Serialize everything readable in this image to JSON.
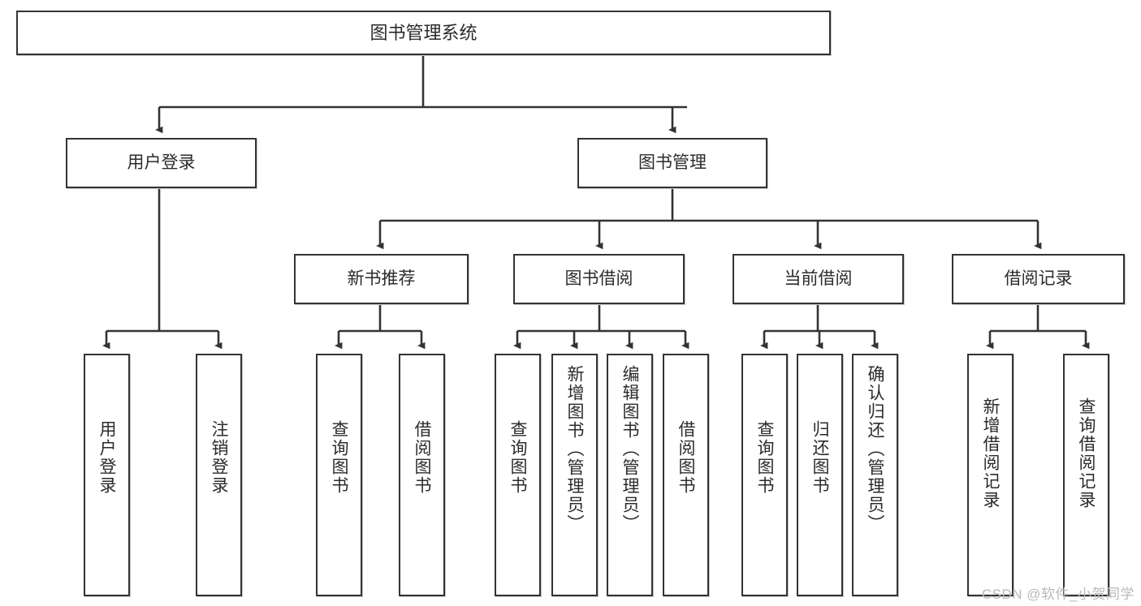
{
  "diagram": {
    "title": "图书管理系统",
    "type": "tree-hierarchy-diagram",
    "colors": {
      "background": "#ffffff",
      "node_border": "#333333",
      "node_fill": "#ffffff",
      "text": "#2b2b2b",
      "connector": "#333333",
      "watermark": "#b9b9b9"
    },
    "root": {
      "label": "图书管理系统"
    },
    "level2": [
      {
        "label": "用户登录"
      },
      {
        "label": "图书管理"
      }
    ],
    "level3": [
      {
        "label": "新书推荐"
      },
      {
        "label": "图书借阅"
      },
      {
        "label": "当前借阅"
      },
      {
        "label": "借阅记录"
      }
    ],
    "leaves": {
      "user_login": [
        {
          "label": "用户登录"
        },
        {
          "label": "注销登录"
        }
      ],
      "new_book_recommend": [
        {
          "label": "查询图书"
        },
        {
          "label": "借阅图书"
        }
      ],
      "book_borrow": [
        {
          "label": "查询图书"
        },
        {
          "label": "新增图书（管理员）"
        },
        {
          "label": "编辑图书（管理员）"
        },
        {
          "label": "借阅图书"
        }
      ],
      "current_borrow": [
        {
          "label": "查询图书"
        },
        {
          "label": "归还图书"
        },
        {
          "label": "确认归还（管理员）"
        }
      ],
      "borrow_record": [
        {
          "label": "新增借阅记录"
        },
        {
          "label": "查询借阅记录"
        }
      ]
    }
  },
  "watermark": {
    "text": "CSDN @软件_小贺同学"
  }
}
